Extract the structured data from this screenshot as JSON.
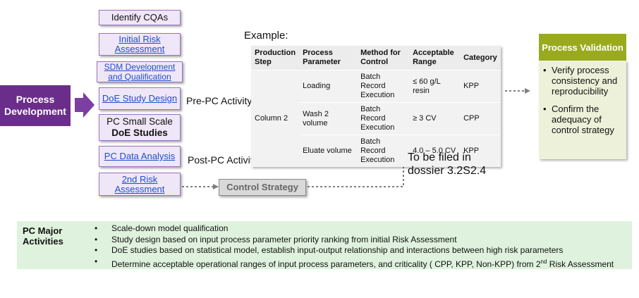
{
  "process_development": "Process Development",
  "steps": [
    {
      "label": "Identify CQAs"
    },
    {
      "label": "Initial Risk Assessment"
    },
    {
      "label": "SDM Development and Qualification"
    },
    {
      "label": "DoE Study Design"
    },
    {
      "label_line1": "PC Small Scale",
      "label_line2": "DoE Studies"
    },
    {
      "label": "PC Data Analysis"
    },
    {
      "label": "2nd  Risk Assessment"
    }
  ],
  "pre_pc_label": "Pre-PC Activity",
  "post_pc_label": "Post-PC Activity",
  "control_strategy": "Control Strategy",
  "example_label": "Example:",
  "table": {
    "headers": [
      "Production Step",
      "Process Parameter",
      "Method for Control",
      "Acceptable Range",
      "Category"
    ],
    "step": "Column 2",
    "rows": [
      {
        "parameter": "Loading",
        "method": "Batch Record Execution",
        "range": "≤ 60 g/L resin",
        "category": "KPP"
      },
      {
        "parameter": "Wash 2 volume",
        "method": "Batch Record Execution",
        "range": "≥ 3 CV",
        "category": "CPP"
      },
      {
        "parameter": "Eluate volume",
        "method": "Batch Record Execution",
        "range": "4.0 – 5.0 CV",
        "category": "KPP"
      }
    ]
  },
  "filed_note_line1": "To be filed in",
  "filed_note_line2": "dossier 3.2S2.4",
  "process_validation": {
    "title": "Process Validation",
    "items": [
      "Verify process consistency and reproducibility",
      "Confirm the adequacy of control strategy"
    ]
  },
  "major_activities": {
    "title": "PC Major Activities",
    "items": [
      "Scale-down model qualification",
      "Study design based on input process parameter priority ranking from initial Risk Assessment",
      "DoE studies based on statistical model, establish input-output relationship and interactions between high risk parameters"
    ],
    "last_item_pre": "Determine acceptable operational ranges of input process parameters, and criticality ( CPP, KPP, Non-KPP) from 2",
    "last_item_sup": "nd",
    "last_item_post": " Risk Assessment"
  },
  "colors": {
    "purple": "#6a2e8a",
    "step_fill": "#efe6f7",
    "olive": "#9aaa1f",
    "green_panel": "#dff2dd"
  }
}
